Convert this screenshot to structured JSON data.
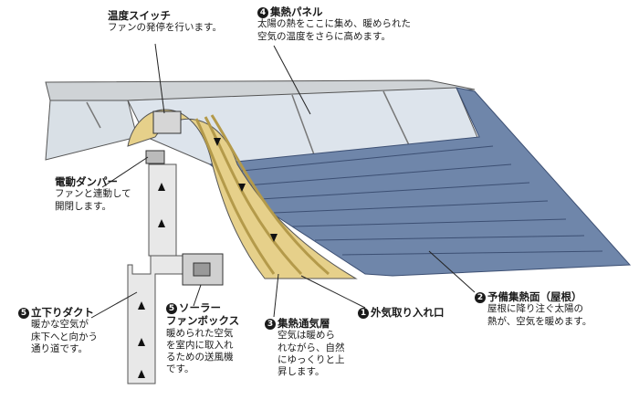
{
  "labels": {
    "thermo": {
      "title": "温度スイッチ",
      "desc": "ファンの発停を行います。"
    },
    "panel": {
      "num": "4",
      "title": "集熱パネル",
      "desc": "太陽の熱をここに集め、暖められた\n空気の温度をさらに高めます。"
    },
    "damper": {
      "title": "電動ダンパー",
      "desc": "ファンと連動して\n開閉します。"
    },
    "duct": {
      "num": "5",
      "title": "立下りダクト",
      "desc": "暖かな空気が\n床下へと向かう\n通り道です。"
    },
    "fanbox": {
      "num": "5",
      "title": "ソーラー\nファンボックス",
      "desc": "暖められた空気\nを室内に取入れ\nるための送風機\nです。"
    },
    "channel": {
      "num": "3",
      "title": "集熱通気層",
      "desc": "空気は暖めら\nれながら、自然\nにゆっくりと上\n昇します。"
    },
    "intake": {
      "num": "1",
      "title": "外気取り入れ口"
    },
    "roof": {
      "num": "2",
      "title": "予備集熱面（屋根）",
      "desc": "屋根に降り注ぐ太陽の\n熱が、空気を暖めます。"
    }
  },
  "colors": {
    "roof": "#6f86aa",
    "roof_line": "#3c4f73",
    "insulation": "#e6d08a",
    "panel": "#dde4ec",
    "metal": "#b8bcc0"
  },
  "icons": [
    "arrow-icon",
    "damper-icon",
    "fan-icon"
  ]
}
